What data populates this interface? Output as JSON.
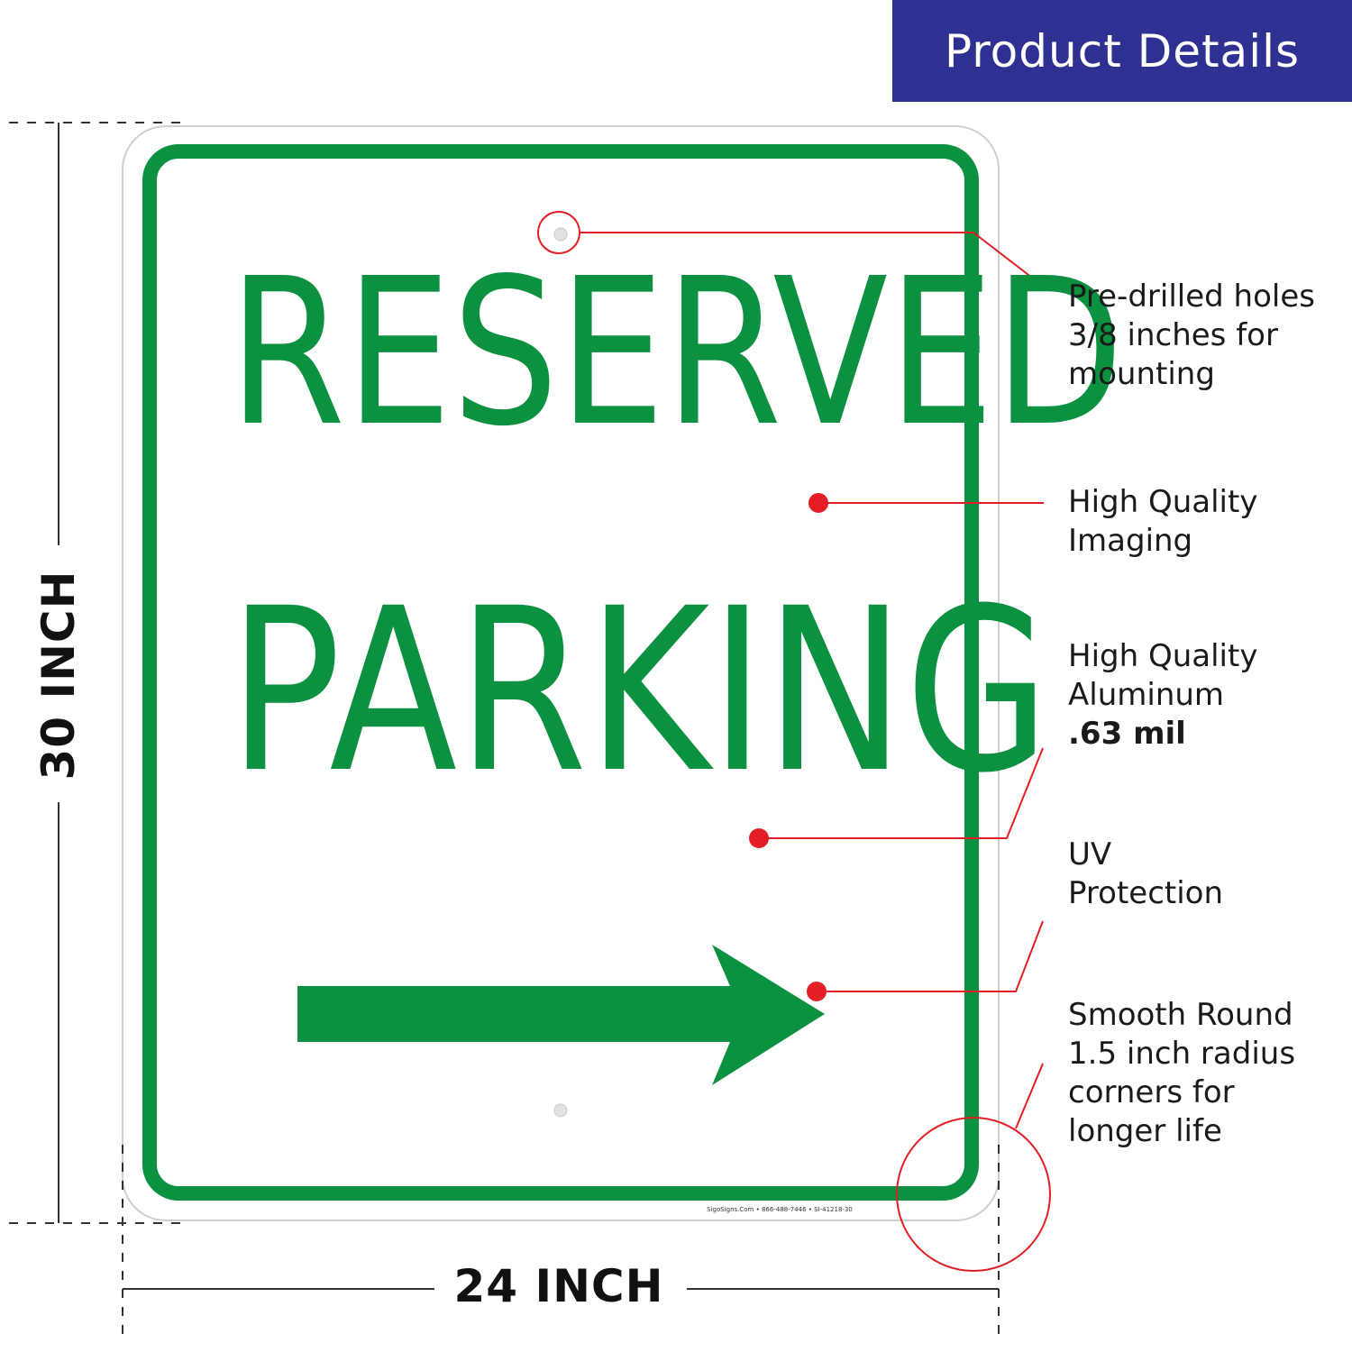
{
  "header": {
    "title": "Product Details"
  },
  "sign": {
    "line1": "RESERVED",
    "line2": "PARKING",
    "footer": "SigoSigns.Com • 866-488-7446 • SI-41218-30",
    "text_color": "#0b9140",
    "border_color": "#0b9140",
    "arrow_direction": "right"
  },
  "features": [
    {
      "lines": [
        "Pre-drilled holes",
        "3/8 inches for",
        "mounting"
      ]
    },
    {
      "lines": [
        "High Quality",
        "Imaging"
      ]
    },
    {
      "lines": [
        "High Quality",
        "Aluminum"
      ],
      "bold": ".63 mil"
    },
    {
      "lines": [
        "UV",
        "Protection"
      ]
    },
    {
      "lines": [
        "Smooth Round",
        "1.5 inch radius",
        "corners for",
        "longer life"
      ]
    }
  ],
  "dimensions": {
    "width": "24 INCH",
    "height": "30 INCH"
  },
  "colors": {
    "banner": "#2e3192",
    "callout": "#e31e24",
    "sign_green": "#0b9140"
  }
}
